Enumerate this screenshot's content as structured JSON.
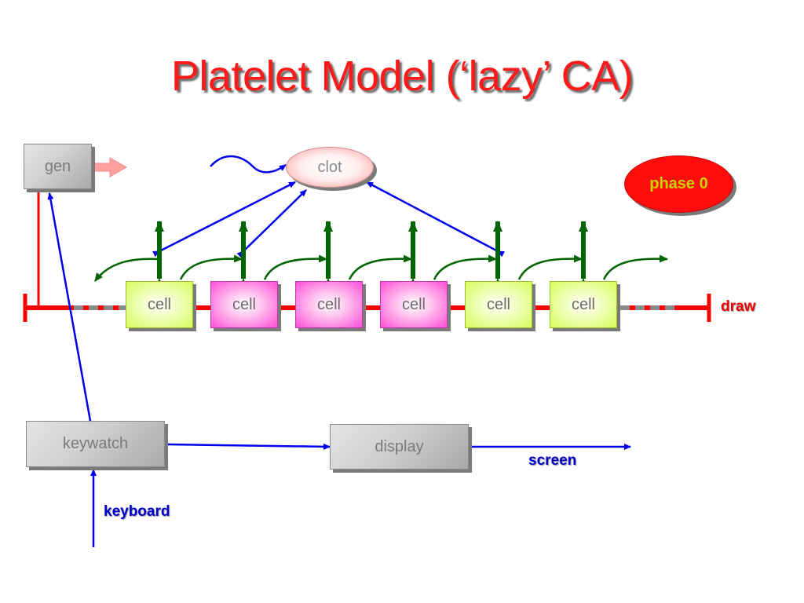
{
  "title": "Platelet Model (‘lazy’ CA)",
  "nodes": {
    "gen": "gen",
    "clot": "clot",
    "phase": "phase 0",
    "cells": [
      "cell",
      "cell",
      "cell",
      "cell",
      "cell",
      "cell"
    ],
    "cell_types": [
      "green",
      "pink",
      "pink",
      "pink",
      "green",
      "green"
    ],
    "keywatch": "keywatch",
    "display": "display"
  },
  "labels": {
    "draw": "draw",
    "screen": "screen",
    "keyboard": "keyboard"
  },
  "colors": {
    "title": "#ff1a1a",
    "red_channel": "#ff0000",
    "blue_channel": "#0000ee",
    "green_channel": "#006400",
    "cell_green": "#d6ff5a",
    "cell_pink": "#ff4fd8",
    "phase_fill": "#ff0d0d",
    "phase_text": "#c8d400"
  }
}
